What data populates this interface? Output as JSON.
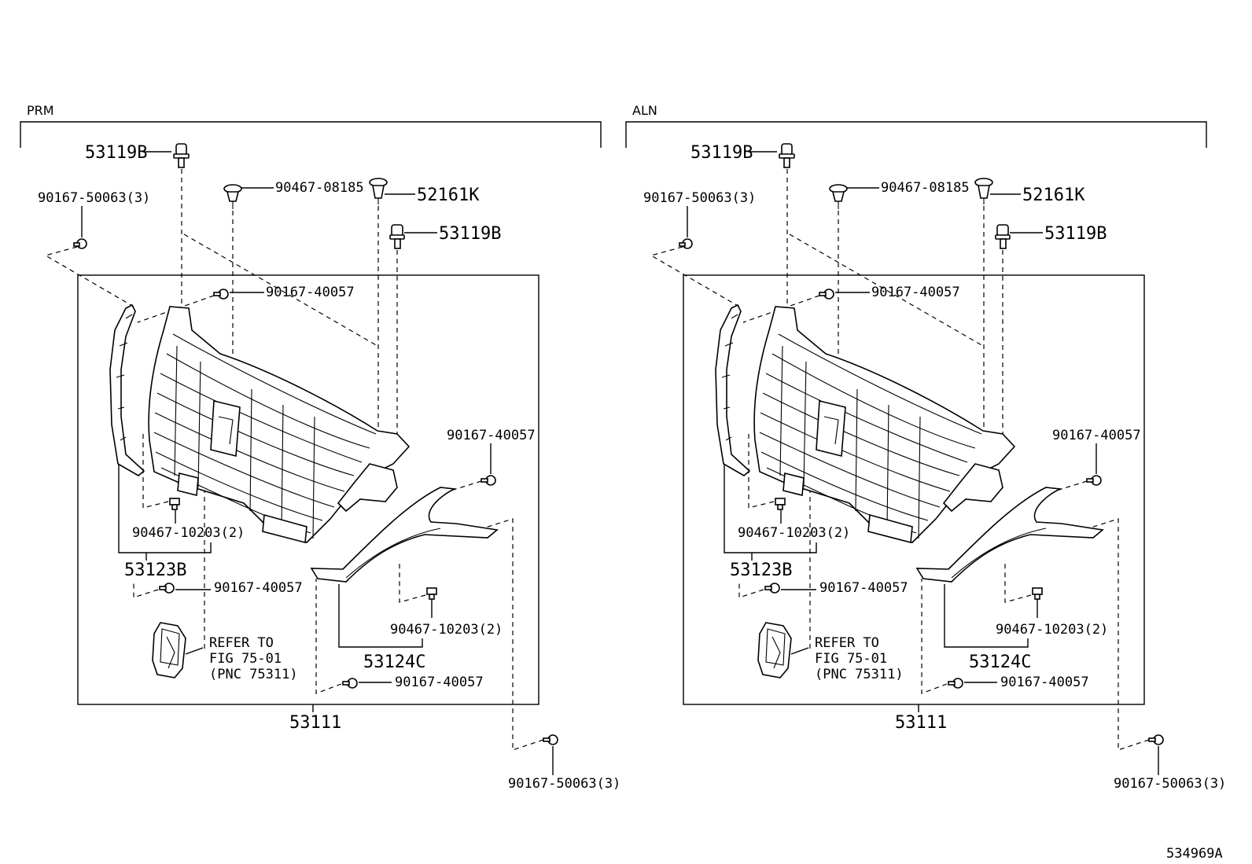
{
  "sections": [
    {
      "id": "prm",
      "header": "PRM",
      "labels": {
        "bolt_top": "53119B",
        "screw_left_top": "90167-50063(3)",
        "clip_mid": "90467-08185",
        "clip_right": "52161K",
        "bolt_right": "53119B",
        "screw_mid": "90167-40057",
        "screw_right": "90167-40057",
        "clip_lower": "90467-10203(2)",
        "molding_left": "53123B",
        "screw_lower": "90167-40057",
        "refer_line1": "REFER TO",
        "refer_line2": "FIG 75-01",
        "refer_line3": "(PNC 75311)",
        "clip_lower_right": "90467-10203(2)",
        "molding_right": "53124C",
        "screw_bottom": "90167-40057",
        "grille": "53111",
        "screw_outside": "90167-50063(3)"
      }
    },
    {
      "id": "aln",
      "header": "ALN",
      "labels": {
        "bolt_top": "53119B",
        "screw_left_top": "90167-50063(3)",
        "clip_mid": "90467-08185",
        "clip_right": "52161K",
        "bolt_right": "53119B",
        "screw_mid": "90167-40057",
        "screw_right": "90167-40057",
        "clip_lower": "90467-10203(2)",
        "molding_left": "53123B",
        "screw_lower": "90167-40057",
        "refer_line1": "REFER TO",
        "refer_line2": "FIG 75-01",
        "refer_line3": "(PNC 75311)",
        "clip_lower_right": "90467-10203(2)",
        "molding_right": "53124C",
        "screw_bottom": "90167-40057",
        "grille": "53111",
        "screw_outside": "90167-50063(3)"
      }
    }
  ],
  "figure_id": "534969A"
}
